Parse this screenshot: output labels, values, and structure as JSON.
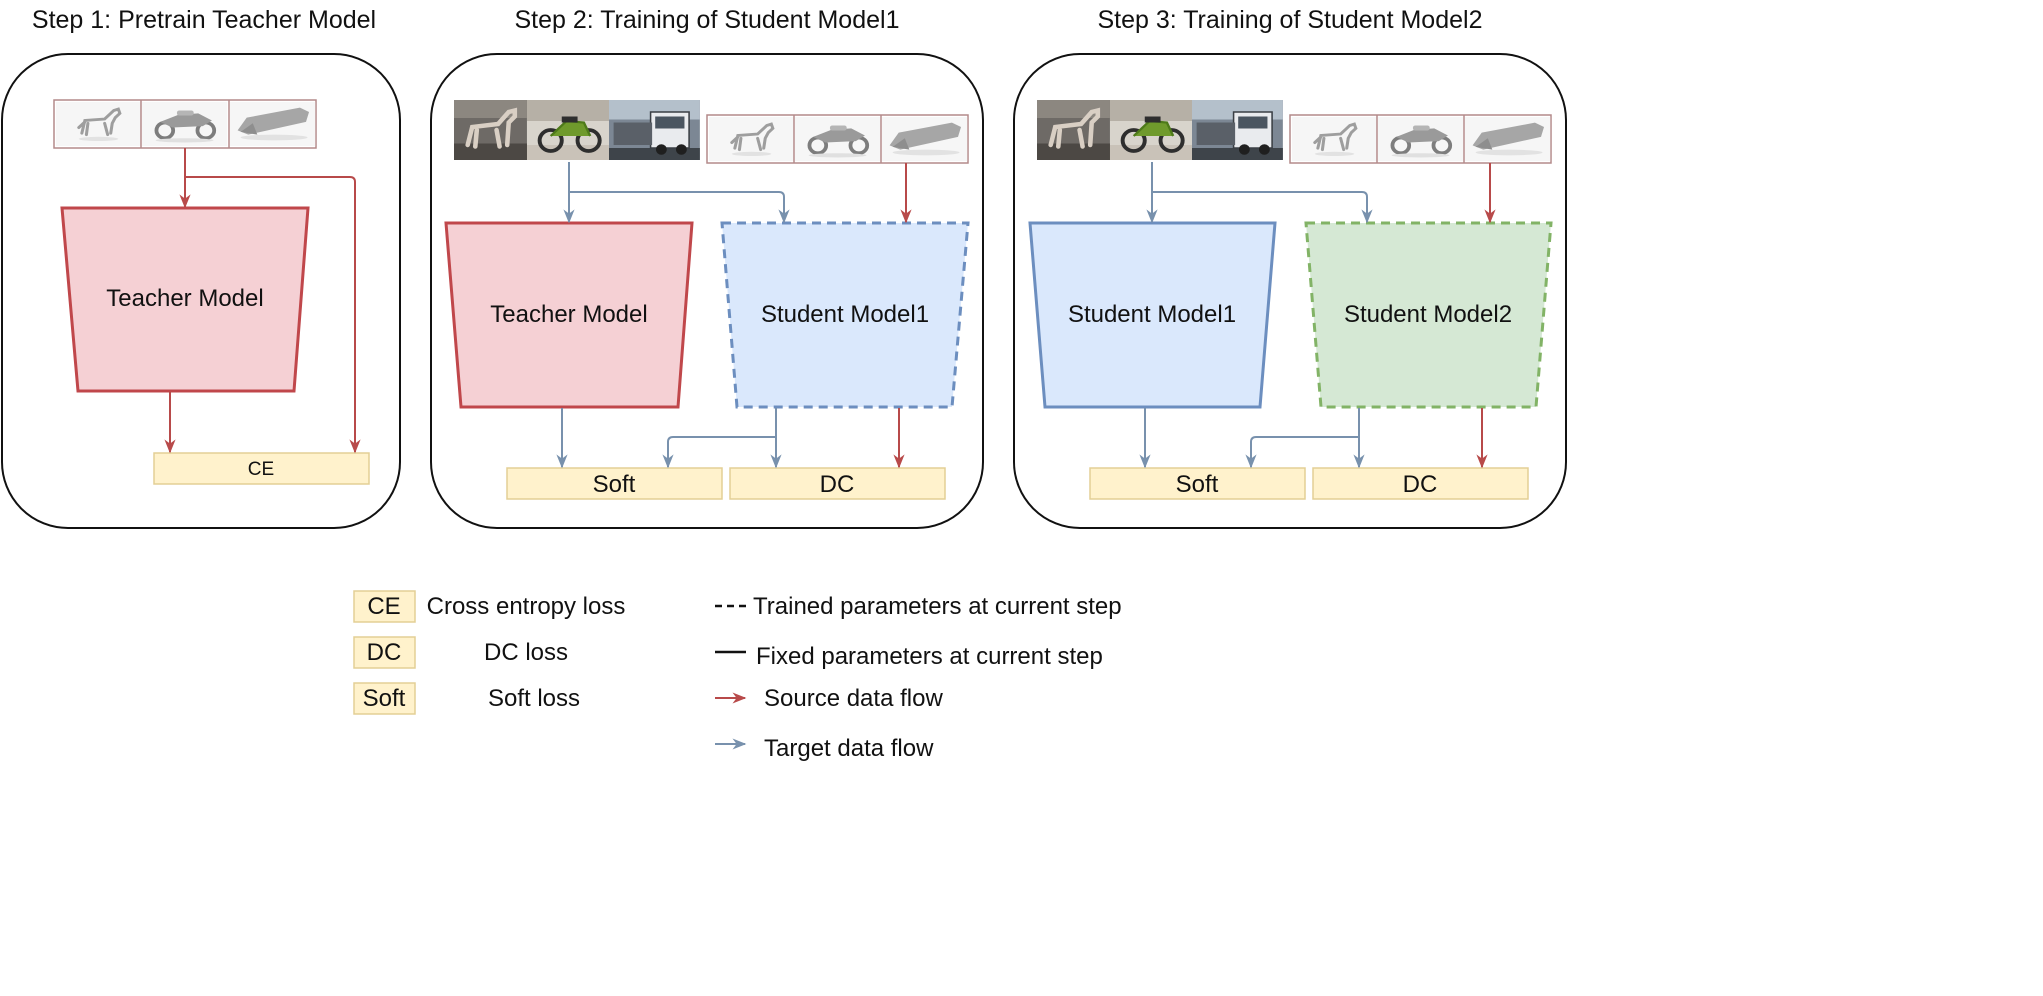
{
  "colors": {
    "source": "#b84a4a",
    "target": "#7891ad",
    "teacher_fill": "#f5d0d4",
    "teacher_stroke": "#c0474b",
    "student1_fill": "#dae8fc",
    "student1_stroke": "#6c8ebf",
    "student2_fill": "#d5e8d4",
    "student2_stroke": "#82b366",
    "loss_fill": "#fff2cc",
    "loss_stroke": "#d6b656",
    "photo_base": "#6b7078",
    "render_base": "#f4f4f4",
    "render_shape": "#a9a9a9"
  },
  "steps": [
    {
      "title": "Step 1: Pretrain Teacher Model",
      "model_label": "Teacher Model",
      "loss_label": "CE",
      "thumbnails": [
        "horse-render",
        "motorcycle-render",
        "truck-render"
      ]
    },
    {
      "title": "Step 2: Training of Student Model1",
      "fixed_model_label": "Teacher Model",
      "trained_model_label": "Student Model1",
      "soft_label": "Soft",
      "dc_label": "DC",
      "photos": [
        "horse-photo",
        "motorcycle-photo",
        "truck-photo"
      ],
      "thumbnails": [
        "horse-render",
        "motorcycle-render",
        "truck-render"
      ]
    },
    {
      "title": "Step 3: Training of Student Model2",
      "fixed_model_label": "Student Model1",
      "trained_model_label": "Student Model2",
      "soft_label": "Soft",
      "dc_label": "DC",
      "photos": [
        "horse-photo",
        "motorcycle-photo",
        "truck-photo"
      ],
      "thumbnails": [
        "horse-render",
        "motorcycle-render",
        "truck-render"
      ]
    }
  ],
  "legend": {
    "losses": [
      {
        "box": "CE",
        "text": "Cross entropy loss"
      },
      {
        "box": "DC",
        "text": "DC loss"
      },
      {
        "box": "Soft",
        "text": "Soft loss"
      }
    ],
    "trained": "Trained parameters at current step",
    "fixed": "Fixed parameters at current step",
    "source": "Source data flow",
    "target": "Target data flow"
  }
}
